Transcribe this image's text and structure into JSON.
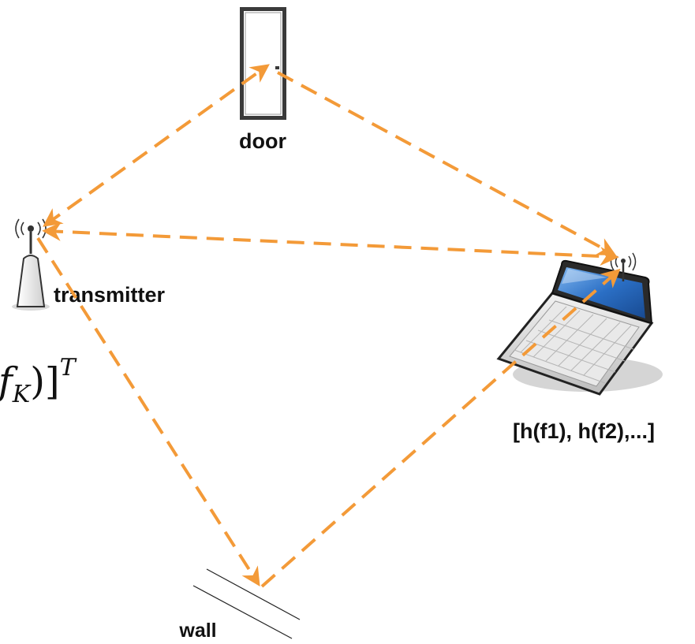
{
  "labels": {
    "door": "door",
    "transmitter": "transmitter",
    "wall": "wall",
    "laptop": "[h(f1), h(f2),...]"
  },
  "formula": {
    "visible_part": "f",
    "subscript": "K",
    "closing": ")]",
    "superscript": "T"
  },
  "colors": {
    "path": "#F39A38",
    "outline": "#1a1a1a",
    "screen": "#2b6fc5"
  },
  "icons": [
    "door-icon",
    "antenna-icon",
    "laptop-icon",
    "wall-icon",
    "signal-waves-icon"
  ]
}
